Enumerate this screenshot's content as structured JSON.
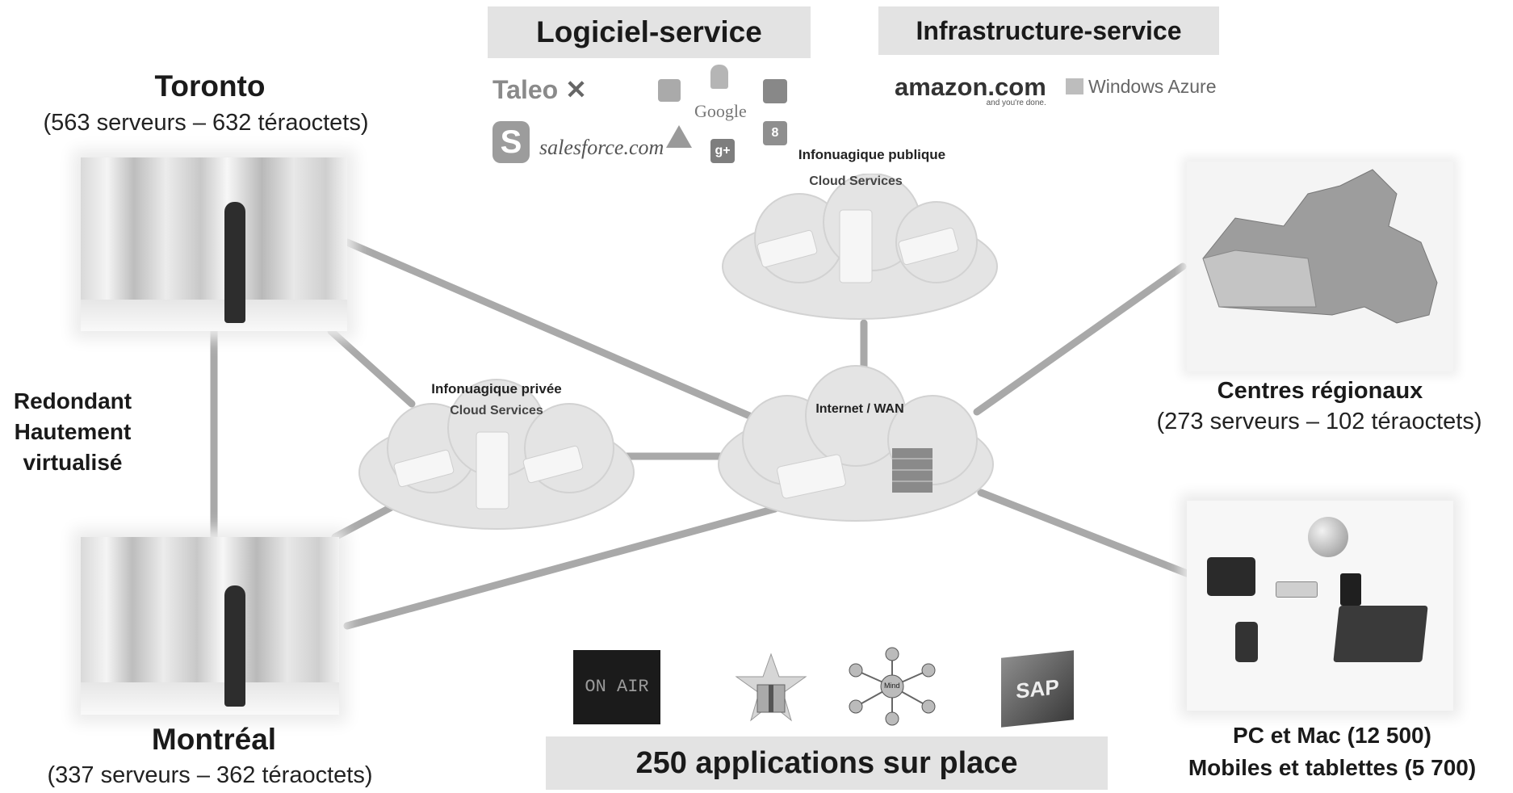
{
  "banners": {
    "saas": "Logiciel-service",
    "iaas": "Infrastructure-service",
    "apps": "250 applications sur place"
  },
  "sites": {
    "toronto": {
      "name": "Toronto",
      "stats": "(563 serveurs – 632 téraoctets)"
    },
    "montreal": {
      "name": "Montréal",
      "stats": "(337 serveurs – 362 téraoctets)"
    }
  },
  "redundancy": {
    "line1": "Redondant",
    "line2": "Hautement",
    "line3": "virtualisé"
  },
  "clouds": {
    "public": {
      "line1": "Infonuagique publique",
      "line2": "Cloud Services"
    },
    "private": {
      "line1": "Infonuagique privée",
      "line2": "Cloud Services"
    },
    "internet": {
      "label": "Internet / WAN"
    }
  },
  "regional": {
    "title": "Centres régionaux",
    "stats": "(273 serveurs – 102 téraoctets)"
  },
  "devices": {
    "line1": "PC et Mac (12 500)",
    "line2": "Mobiles et tablettes (5 700)"
  },
  "logos": {
    "taleo": "Taleo",
    "salesforce": "salesforce.com",
    "google": "Google",
    "amazon": "amazon.com",
    "amazon_tag": "and you're done.",
    "azure": "Windows Azure"
  },
  "app_icons": {
    "onair": "ON AIR",
    "sap": "SAP",
    "mind": "Mind"
  },
  "colors": {
    "line": "#a9a9a9",
    "cloud": "#e4e4e4",
    "banner": "#e3e3e3"
  }
}
